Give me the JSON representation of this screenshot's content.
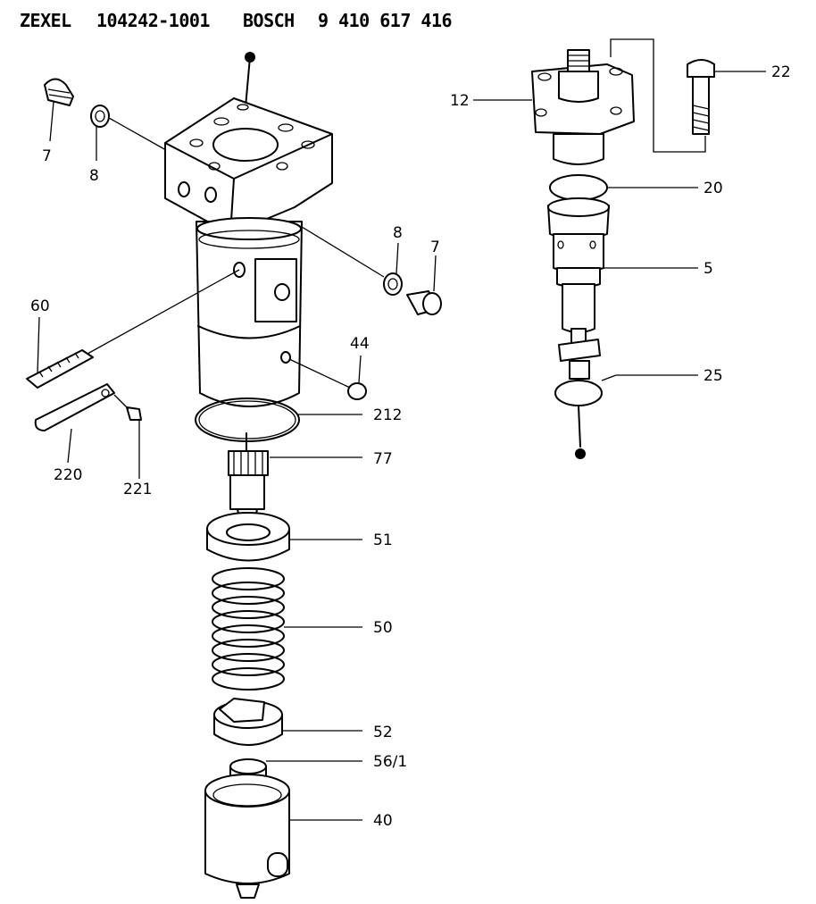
{
  "header": {
    "brand1": "ZEXEL",
    "part1": "104242-1001",
    "brand2": "BOSCH",
    "part2": "9 410 617 416"
  },
  "labels": {
    "l7a": "7",
    "l8a": "8",
    "l8b": "8",
    "l7b": "7",
    "l60": "60",
    "l44": "44",
    "l212": "212",
    "l77": "77",
    "l220": "220",
    "l221": "221",
    "l51": "51",
    "l50": "50",
    "l52": "52",
    "l56_1": "56/1",
    "l40": "40",
    "l12": "12",
    "l22": "22",
    "l20": "20",
    "l5": "5",
    "l25": "25"
  }
}
